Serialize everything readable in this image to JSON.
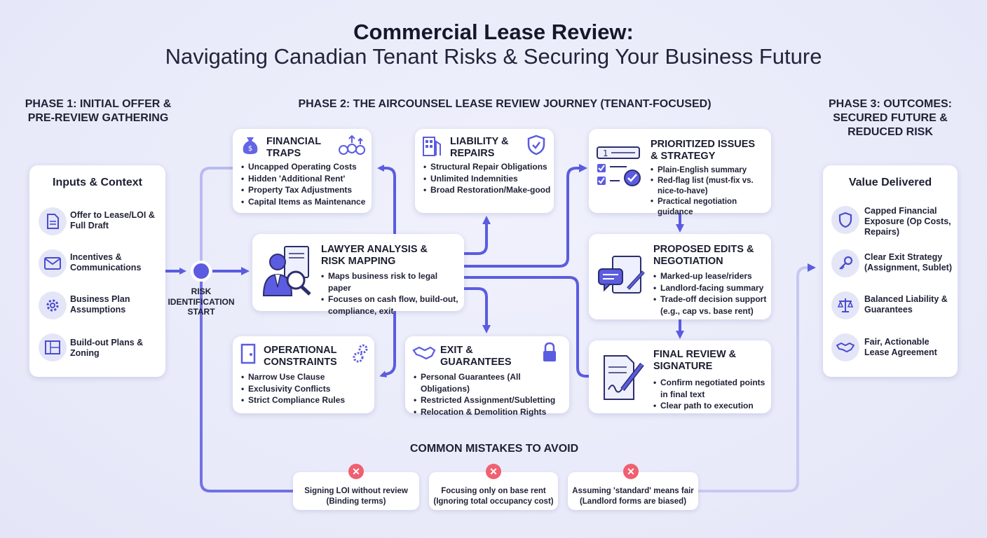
{
  "title": "Commercial Lease Review:",
  "subtitle": "Navigating Canadian Tenant Risks & Securing Your Business Future",
  "phase1": {
    "label": "PHASE 1: INITIAL OFFER & PRE-REVIEW GATHERING"
  },
  "phase2": {
    "label": "PHASE 2: THE AIRCOUNSEL LEASE REVIEW JOURNEY (TENANT-FOCUSED)"
  },
  "phase3": {
    "label": "PHASE 3: OUTCOMES: SECURED FUTURE & REDUCED RISK"
  },
  "inputs": {
    "title": "Inputs & Context",
    "items": [
      {
        "label": "Offer to Lease/LOI & Full Draft",
        "icon": "document-icon"
      },
      {
        "label": "Incentives & Communications",
        "icon": "envelope-icon"
      },
      {
        "label": "Business Plan Assumptions",
        "icon": "gear-icon"
      },
      {
        "label": "Build-out Plans & Zoning",
        "icon": "blueprint-icon"
      }
    ]
  },
  "start": {
    "label": "RISK IDENTIFICATION START"
  },
  "lawyer": {
    "title": "LAWYER ANALYSIS & RISK MAPPING",
    "items": [
      "Maps business risk to legal paper",
      "Focuses on cash flow, build-out, compliance, exit"
    ]
  },
  "financial": {
    "title": "FINANCIAL TRAPS",
    "items": [
      "Uncapped Operating Costs",
      "Hidden 'Additional Rent'",
      "Property Tax Adjustments",
      "Capital Items as Maintenance"
    ]
  },
  "liability": {
    "title": "LIABILITY & REPAIRS",
    "items": [
      "Structural Repair Obligations",
      "Unlimited Indemnities",
      "Broad Restoration/Make-good"
    ]
  },
  "operational": {
    "title": "OPERATIONAL CONSTRAINTS",
    "items": [
      "Narrow Use Clause",
      "Exclusivity Conflicts",
      "Strict Compliance Rules"
    ]
  },
  "exit": {
    "title": "EXIT & GUARANTEES",
    "items": [
      "Personal Guarantees (All Obligations)",
      "Restricted Assignment/Subletting",
      "Relocation & Demolition Rights"
    ]
  },
  "prioritized": {
    "title": "PRIORITIZED ISSUES & STRATEGY",
    "items": [
      "Plain-English summary",
      "Red-flag list (must-fix vs. nice-to-have)",
      "Practical negotiation guidance"
    ],
    "badge": "1"
  },
  "proposed": {
    "title": "PROPOSED EDITS & NEGOTIATION",
    "items": [
      "Marked-up lease/riders",
      "Landlord-facing summary",
      "Trade-off decision support (e.g., cap vs. base rent)"
    ]
  },
  "final": {
    "title": "FINAL REVIEW & SIGNATURE",
    "items": [
      "Confirm negotiated points in final text",
      "Clear path to execution"
    ]
  },
  "value": {
    "title": "Value Delivered",
    "items": [
      {
        "label": "Capped Financial Exposure (Op Costs, Repairs)",
        "icon": "shield-icon"
      },
      {
        "label": "Clear Exit Strategy (Assignment, Sublet)",
        "icon": "key-icon"
      },
      {
        "label": "Balanced Liability & Guarantees",
        "icon": "scales-icon"
      },
      {
        "label": "Fair, Actionable Lease Agreement",
        "icon": "handshake-icon"
      }
    ]
  },
  "mistakes": {
    "title": "COMMON MISTAKES TO AVOID",
    "items": [
      {
        "label": "Signing LOI without review (Binding terms)"
      },
      {
        "label": "Focusing only on base rent (Ignoring total occupancy cost)"
      },
      {
        "label": "Assuming 'standard' means fair (Landlord forms are biased)"
      }
    ]
  },
  "colors": {
    "accent": "#5b5ce0",
    "light_line": "#b9baf0",
    "mistake": "#f06070"
  }
}
